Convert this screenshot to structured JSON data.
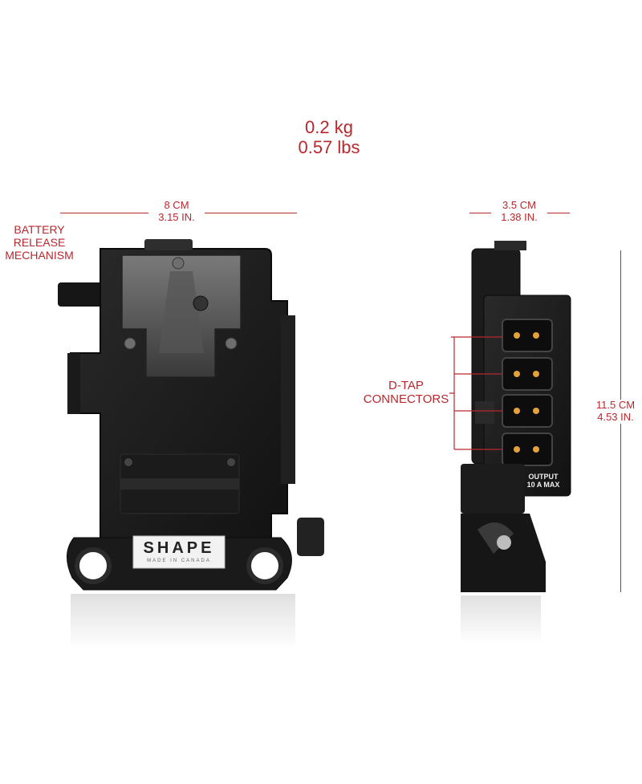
{
  "weight": {
    "kg": "0.2 kg",
    "lbs": "0.57 lbs"
  },
  "dimensions": {
    "width": {
      "cm": "8 CM",
      "in": "3.15 IN."
    },
    "depth": {
      "cm": "3.5 CM",
      "in": "1.38 IN."
    },
    "height": {
      "cm": "11.5 CM",
      "in": "4.53 IN."
    }
  },
  "callouts": {
    "battery_release": [
      "BATTERY",
      "RELEASE",
      "MECHANISM"
    ],
    "dtap": [
      "D-TAP",
      "CONNECTORS"
    ]
  },
  "product": {
    "brand": "SHAPE",
    "made_in": "MADE IN CANADA",
    "output_label": [
      "OUTPUT",
      "10 A MAX"
    ]
  },
  "colors": {
    "accent": "#b8282d",
    "body": "#1c1c1c",
    "connector_pin": "#e3a23a"
  }
}
